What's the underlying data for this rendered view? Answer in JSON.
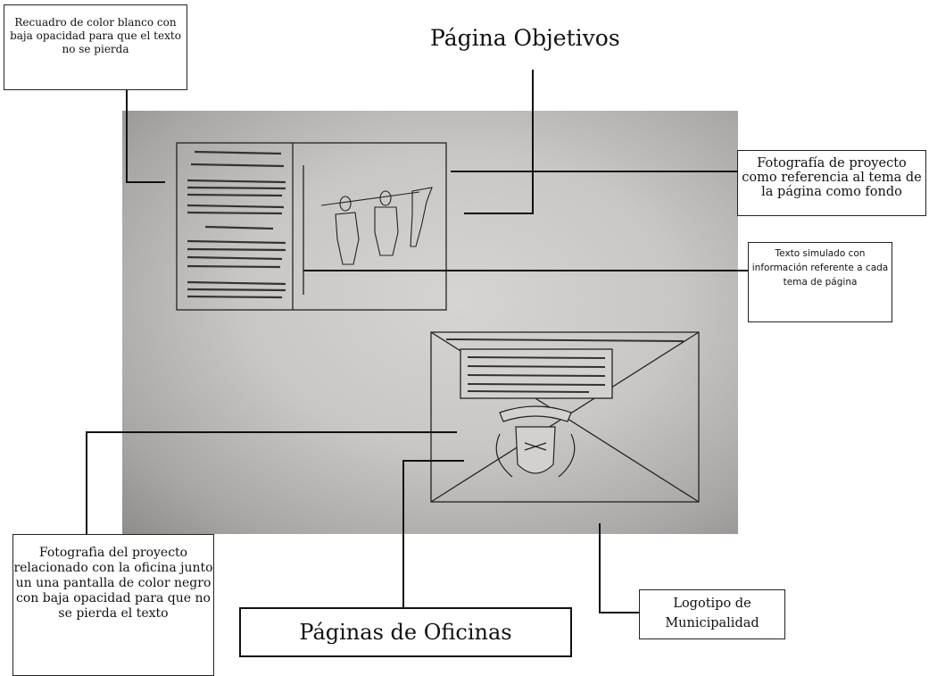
{
  "titles": {
    "top": "Página Objetivos",
    "bottom": "Páginas de Oficinas"
  },
  "annotations": {
    "top_left": "Recuadro de color blanco con baja opacidad para que el texto no se pierda",
    "top_right": "Fotografía de proyecto como referencia al tema de la página como fondo",
    "middle_right": "Texto simulado con información referente a cada tema de página",
    "bottom_left": "Fotografìa del proyecto relacionado con la oficina junto un una pantalla de color negro con baja opacidad para que no se pierda el texto",
    "bottom_right": "Logotipo de Municipalidad"
  },
  "colors": {
    "paper": "#c9c7c5",
    "ink": "#1a1a1a"
  }
}
